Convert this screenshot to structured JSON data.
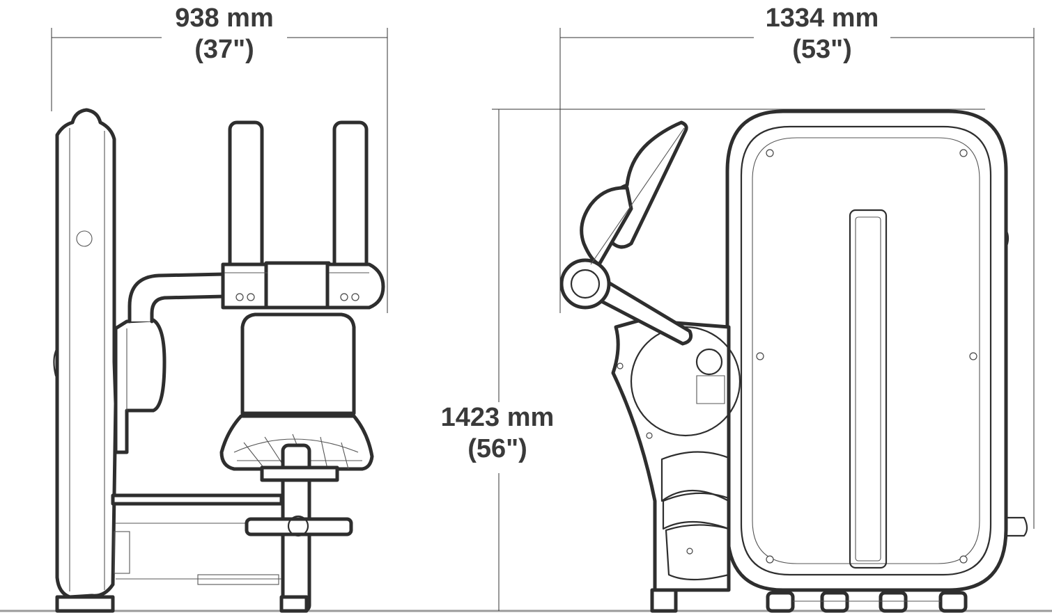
{
  "dimensions": {
    "side_width": {
      "metric": "938 mm",
      "imperial": "(37\")"
    },
    "front_width": {
      "metric": "1334 mm",
      "imperial": "(53\")"
    },
    "height": {
      "metric": "1423 mm",
      "imperial": "(56\")"
    }
  }
}
